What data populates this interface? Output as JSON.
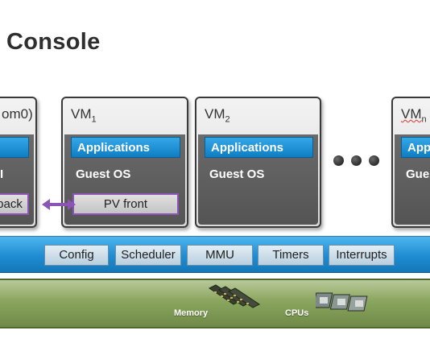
{
  "title": "Console",
  "vms": {
    "dom0": {
      "title": "om0)",
      "os_label": "I",
      "pv_label": "back"
    },
    "vm1": {
      "title": "VM",
      "sub": "1",
      "app_label": "Applications",
      "os_label": "Guest OS",
      "pv_label": "PV front"
    },
    "vm2": {
      "title": "VM",
      "sub": "2",
      "app_label": "Applications",
      "os_label": "Guest OS"
    },
    "vmn": {
      "title": "VM",
      "sub": "n",
      "app_label": "App",
      "os_label": "Gues"
    }
  },
  "hypervisor": {
    "modules": [
      "Config",
      "Scheduler",
      "MMU",
      "Timers",
      "Interrupts"
    ]
  },
  "hardware": {
    "memory_label": "Memory",
    "cpus_label": "CPUs"
  },
  "colors": {
    "application_blue": "#1a8ed6",
    "pv_link_purple": "#8c55b5",
    "hypervisor_blue": "#1f8cd2",
    "hardware_green": "#7f9a52"
  }
}
